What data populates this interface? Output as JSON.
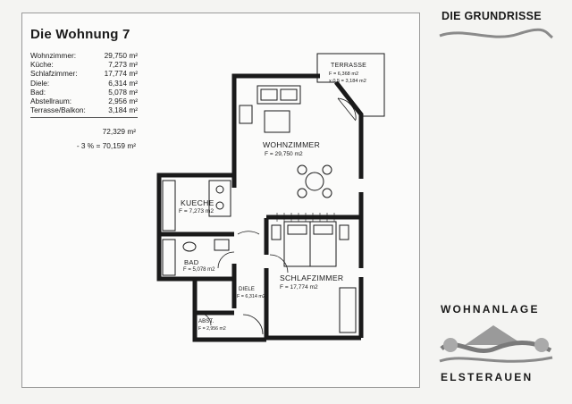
{
  "apartment": {
    "title": "Die Wohnung 7"
  },
  "areas": [
    {
      "room": "Wohnzimmer:",
      "value": "29,750 m²"
    },
    {
      "room": "Küche:",
      "value": "7,273 m²"
    },
    {
      "room": "Schlafzimmer:",
      "value": "17,774 m²"
    },
    {
      "room": "Diele:",
      "value": "6,314 m²"
    },
    {
      "room": "Bad:",
      "value": "5,078 m²"
    },
    {
      "room": "Abstellraum:",
      "value": "2,956 m²"
    },
    {
      "room": "Terrasse/Balkon:",
      "value": "3,184 m²"
    }
  ],
  "totals": {
    "sum": "72,329 m²",
    "reduced": "- 3 % = 70,159 m²"
  },
  "branding": {
    "heading": "DIE GRUNDRISSE",
    "line1": "WOHNANLAGE",
    "line2": "ELSTERAUEN"
  },
  "rooms": {
    "terrasse": {
      "name": "TERRASSE",
      "area1": "F = 6,368 m2",
      "area2": "x 0,5 = 3,184 m2"
    },
    "wohnzimmer": {
      "name": "WOHNZIMMER",
      "area": "F = 29,750 m2"
    },
    "kueche": {
      "name": "KUECHE",
      "area": "F = 7,273 m2"
    },
    "bad": {
      "name": "BAD",
      "area": "F = 5,078 m2"
    },
    "schlafzimmer": {
      "name": "SCHLAFZIMMER",
      "area": "F = 17,774 m2"
    },
    "diele": {
      "name": "DIELE",
      "area": "F = 6,314 m2"
    },
    "abst": {
      "name": "ABST.",
      "area": "F = 2,956 m2"
    }
  },
  "colors": {
    "wall": "#1a1a1a",
    "paper": "#fbfbfa",
    "background": "#f4f4f2",
    "logo_grey": "#9a9a9a"
  }
}
